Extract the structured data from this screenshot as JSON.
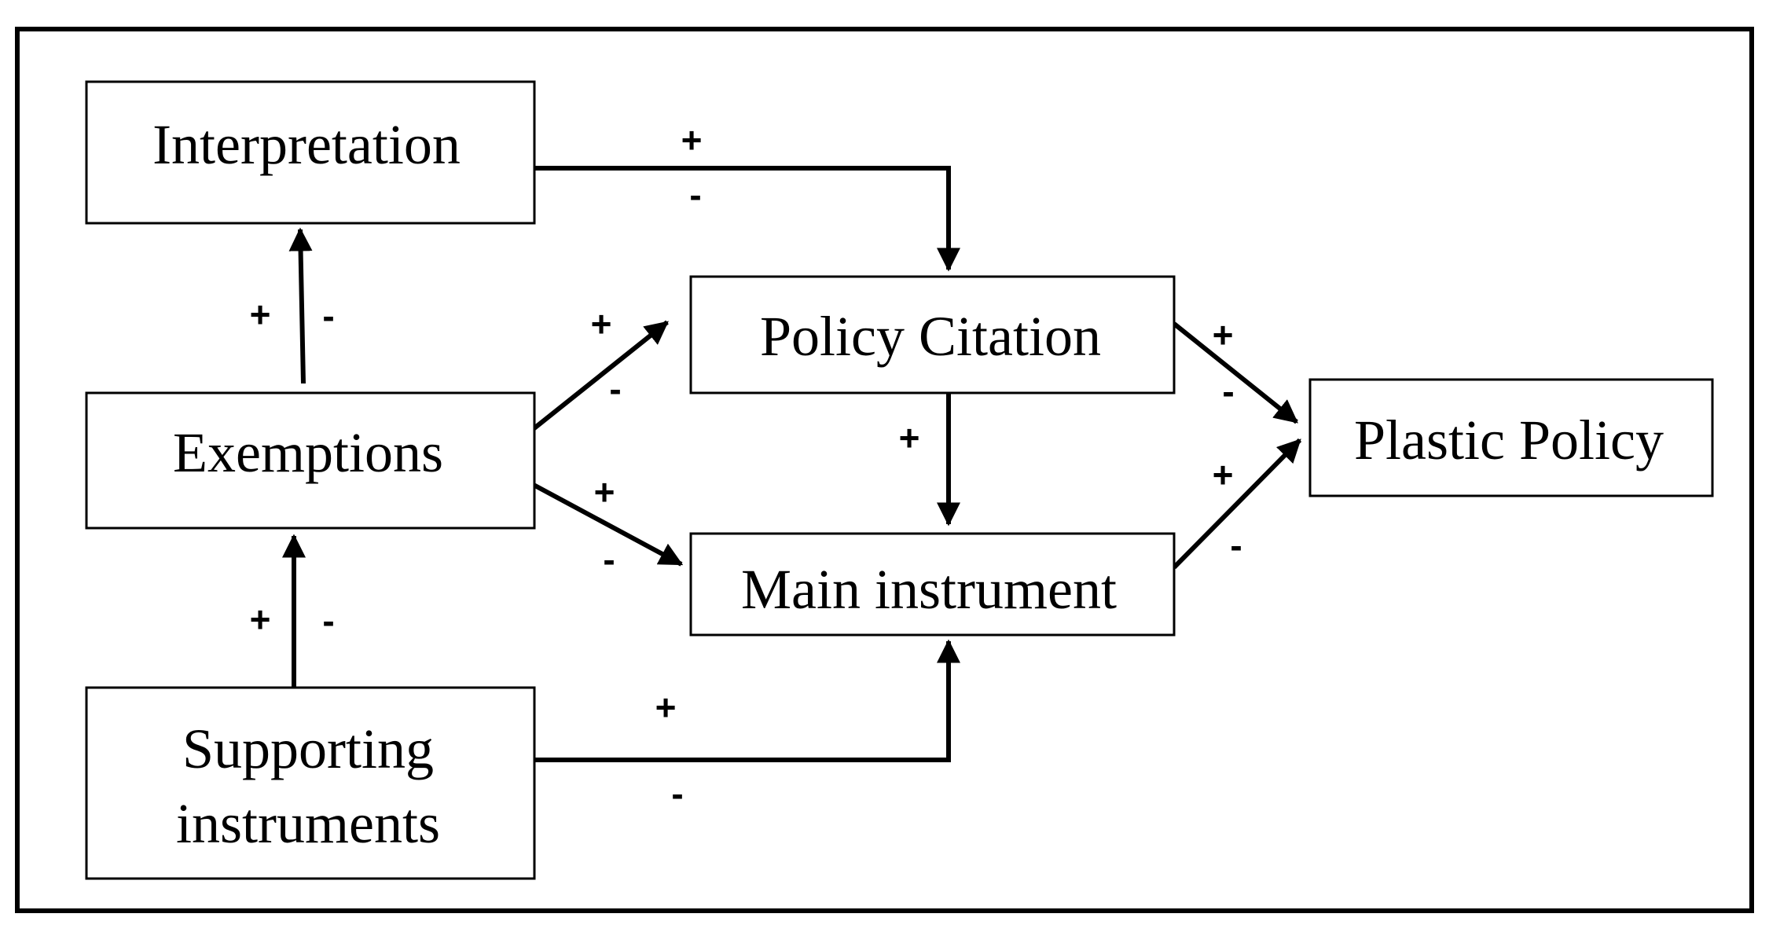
{
  "nodes": {
    "interpretation": "Interpretation",
    "exemptions": "Exemptions",
    "supporting_line1": "Supporting",
    "supporting_line2": "instruments",
    "policy_citation": "Policy Citation",
    "main_instrument": "Main instrument",
    "plastic_policy": "Plastic Policy"
  },
  "edges": {
    "exemptions_to_interpretation": {
      "plus": "+",
      "minus": "-"
    },
    "supporting_to_exemptions": {
      "plus": "+",
      "minus": "-"
    },
    "interpretation_to_policy_citation": {
      "plus": "+",
      "minus": "-"
    },
    "exemptions_to_policy_citation": {
      "plus": "+",
      "minus": "-"
    },
    "exemptions_to_main_instrument": {
      "plus": "+",
      "minus": "-"
    },
    "policy_citation_to_main_instrument": {
      "plus": "+"
    },
    "supporting_to_main_instrument": {
      "plus": "+",
      "minus": "-"
    },
    "policy_citation_to_plastic_policy": {
      "plus": "+",
      "minus": "-"
    },
    "main_instrument_to_plastic_policy": {
      "plus": "+",
      "minus": "-"
    }
  }
}
